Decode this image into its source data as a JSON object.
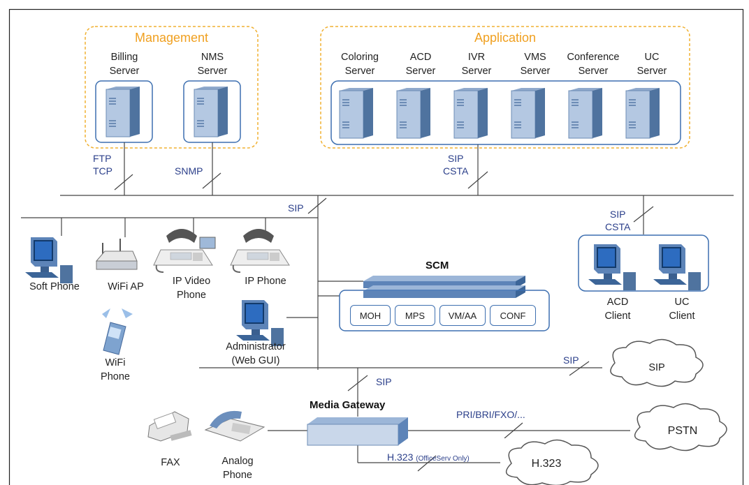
{
  "groups": {
    "management": "Management",
    "application": "Application"
  },
  "servers": {
    "billing": "Billing\nServer",
    "nms": "NMS\nServer",
    "coloring": "Coloring\nServer",
    "acd": "ACD\nServer",
    "ivr": "IVR\nServer",
    "vms": "VMS\nServer",
    "conference": "Conference\nServer",
    "uc": "UC\nServer"
  },
  "protocols": {
    "ftp_tcp": "FTP\nTCP",
    "snmp": "SNMP",
    "sip_csta_app": "SIP\nCSTA",
    "sip_lan": "SIP",
    "sip_csta_client": "SIP\nCSTA",
    "sip_trunk": "SIP",
    "sip_gw": "SIP",
    "pri": "PRI/BRI/FXO/...",
    "h323": "H.323",
    "h323_note": "(OfficeServ Only)"
  },
  "devices": {
    "soft_phone": "Soft Phone",
    "wifi_ap": "WiFi AP",
    "ip_video_phone": "IP Video\nPhone",
    "ip_phone": "IP Phone",
    "wifi_phone": "WiFi\nPhone",
    "administrator": "Administrator\n(Web GUI)",
    "acd_client": "ACD\nClient",
    "uc_client": "UC\nClient",
    "fax": "FAX",
    "analog_phone": "Analog\nPhone"
  },
  "scm": {
    "title": "SCM",
    "modules": [
      "MOH",
      "MPS",
      "VM/AA",
      "CONF"
    ]
  },
  "media_gateway": "Media Gateway",
  "clouds": {
    "sip": "SIP",
    "pstn": "PSTN",
    "h323": "H.323"
  },
  "colors": {
    "group_border": "#f0b030",
    "group_title": "#f0a020",
    "blue_border": "#3d6fb0",
    "protocol_text": "#2b3f8a",
    "server_front": "#a9c0de",
    "server_side": "#4f739f"
  }
}
